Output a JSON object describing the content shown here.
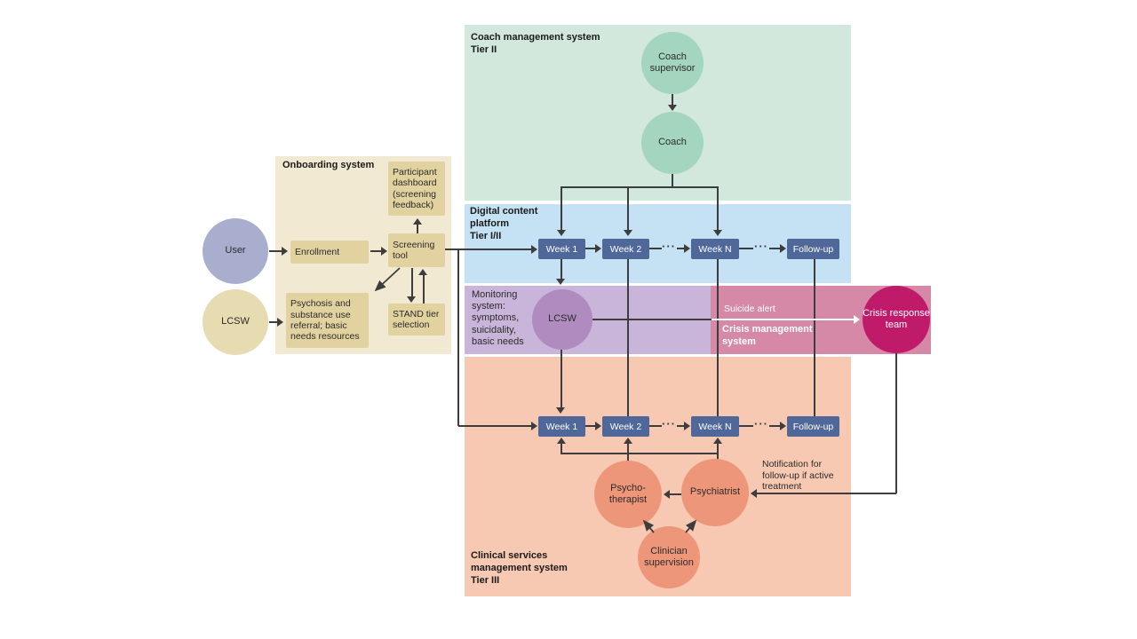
{
  "colors": {
    "coach_panel": "#d3e8dd",
    "digital_panel": "#c5e1f4",
    "monitoring_panel": "#c9b5d9",
    "crisis_panel": "#d689a7",
    "clinical_panel": "#f7c8b2",
    "onboarding_panel": "#f1e9d1",
    "onboarding_box": "#e2d2a0",
    "week_box": "#4f6799",
    "coach_circle": "#a3d5bf",
    "user_circle": "#a9aecf",
    "lcsw_left_circle": "#e6dbb1",
    "lcsw_monitor_circle": "#af8bc0",
    "crisis_circle": "#c01a6b",
    "clinical_circle": "#ee9679",
    "connector_line": "#3d3d3d"
  },
  "actors": {
    "user": "User",
    "lcsw": "LCSW"
  },
  "onboarding": {
    "title": "Onboarding system",
    "enrollment": "Enrollment",
    "screening_tool": "Screening tool",
    "participant_dashboard": "Participant dashboard (screening feedback)",
    "stand_tier": "STAND tier selection",
    "referral": "Psychosis and substance use referral; basic needs resources"
  },
  "coach_system": {
    "title": "Coach management system",
    "tier": "Tier II",
    "coach_supervisor": "Coach supervisor",
    "coach": "Coach"
  },
  "digital_platform": {
    "title": "Digital content platform",
    "tier": "Tier I/II",
    "weeks": [
      "Week 1",
      "Week 2",
      "Week N",
      "Follow-up"
    ],
    "ellipsis": "···"
  },
  "monitoring": {
    "label": "Monitoring system: symptoms, suicidality, basic needs",
    "lcsw": "LCSW"
  },
  "crisis_system": {
    "title": "Crisis management system",
    "suicide_alert": "Suicide alert",
    "crisis_team": "Crisis response team"
  },
  "clinical_system": {
    "title": "Clinical services management system",
    "tier": "Tier III",
    "weeks": [
      "Week 1",
      "Week 2",
      "Week N",
      "Follow-up"
    ],
    "ellipsis": "···",
    "psychotherapist": "Psycho-therapist",
    "psychiatrist": "Psychiatrist",
    "clinician_supervision": "Clinician supervision",
    "notification": "Notification for follow-up if active treatment"
  }
}
